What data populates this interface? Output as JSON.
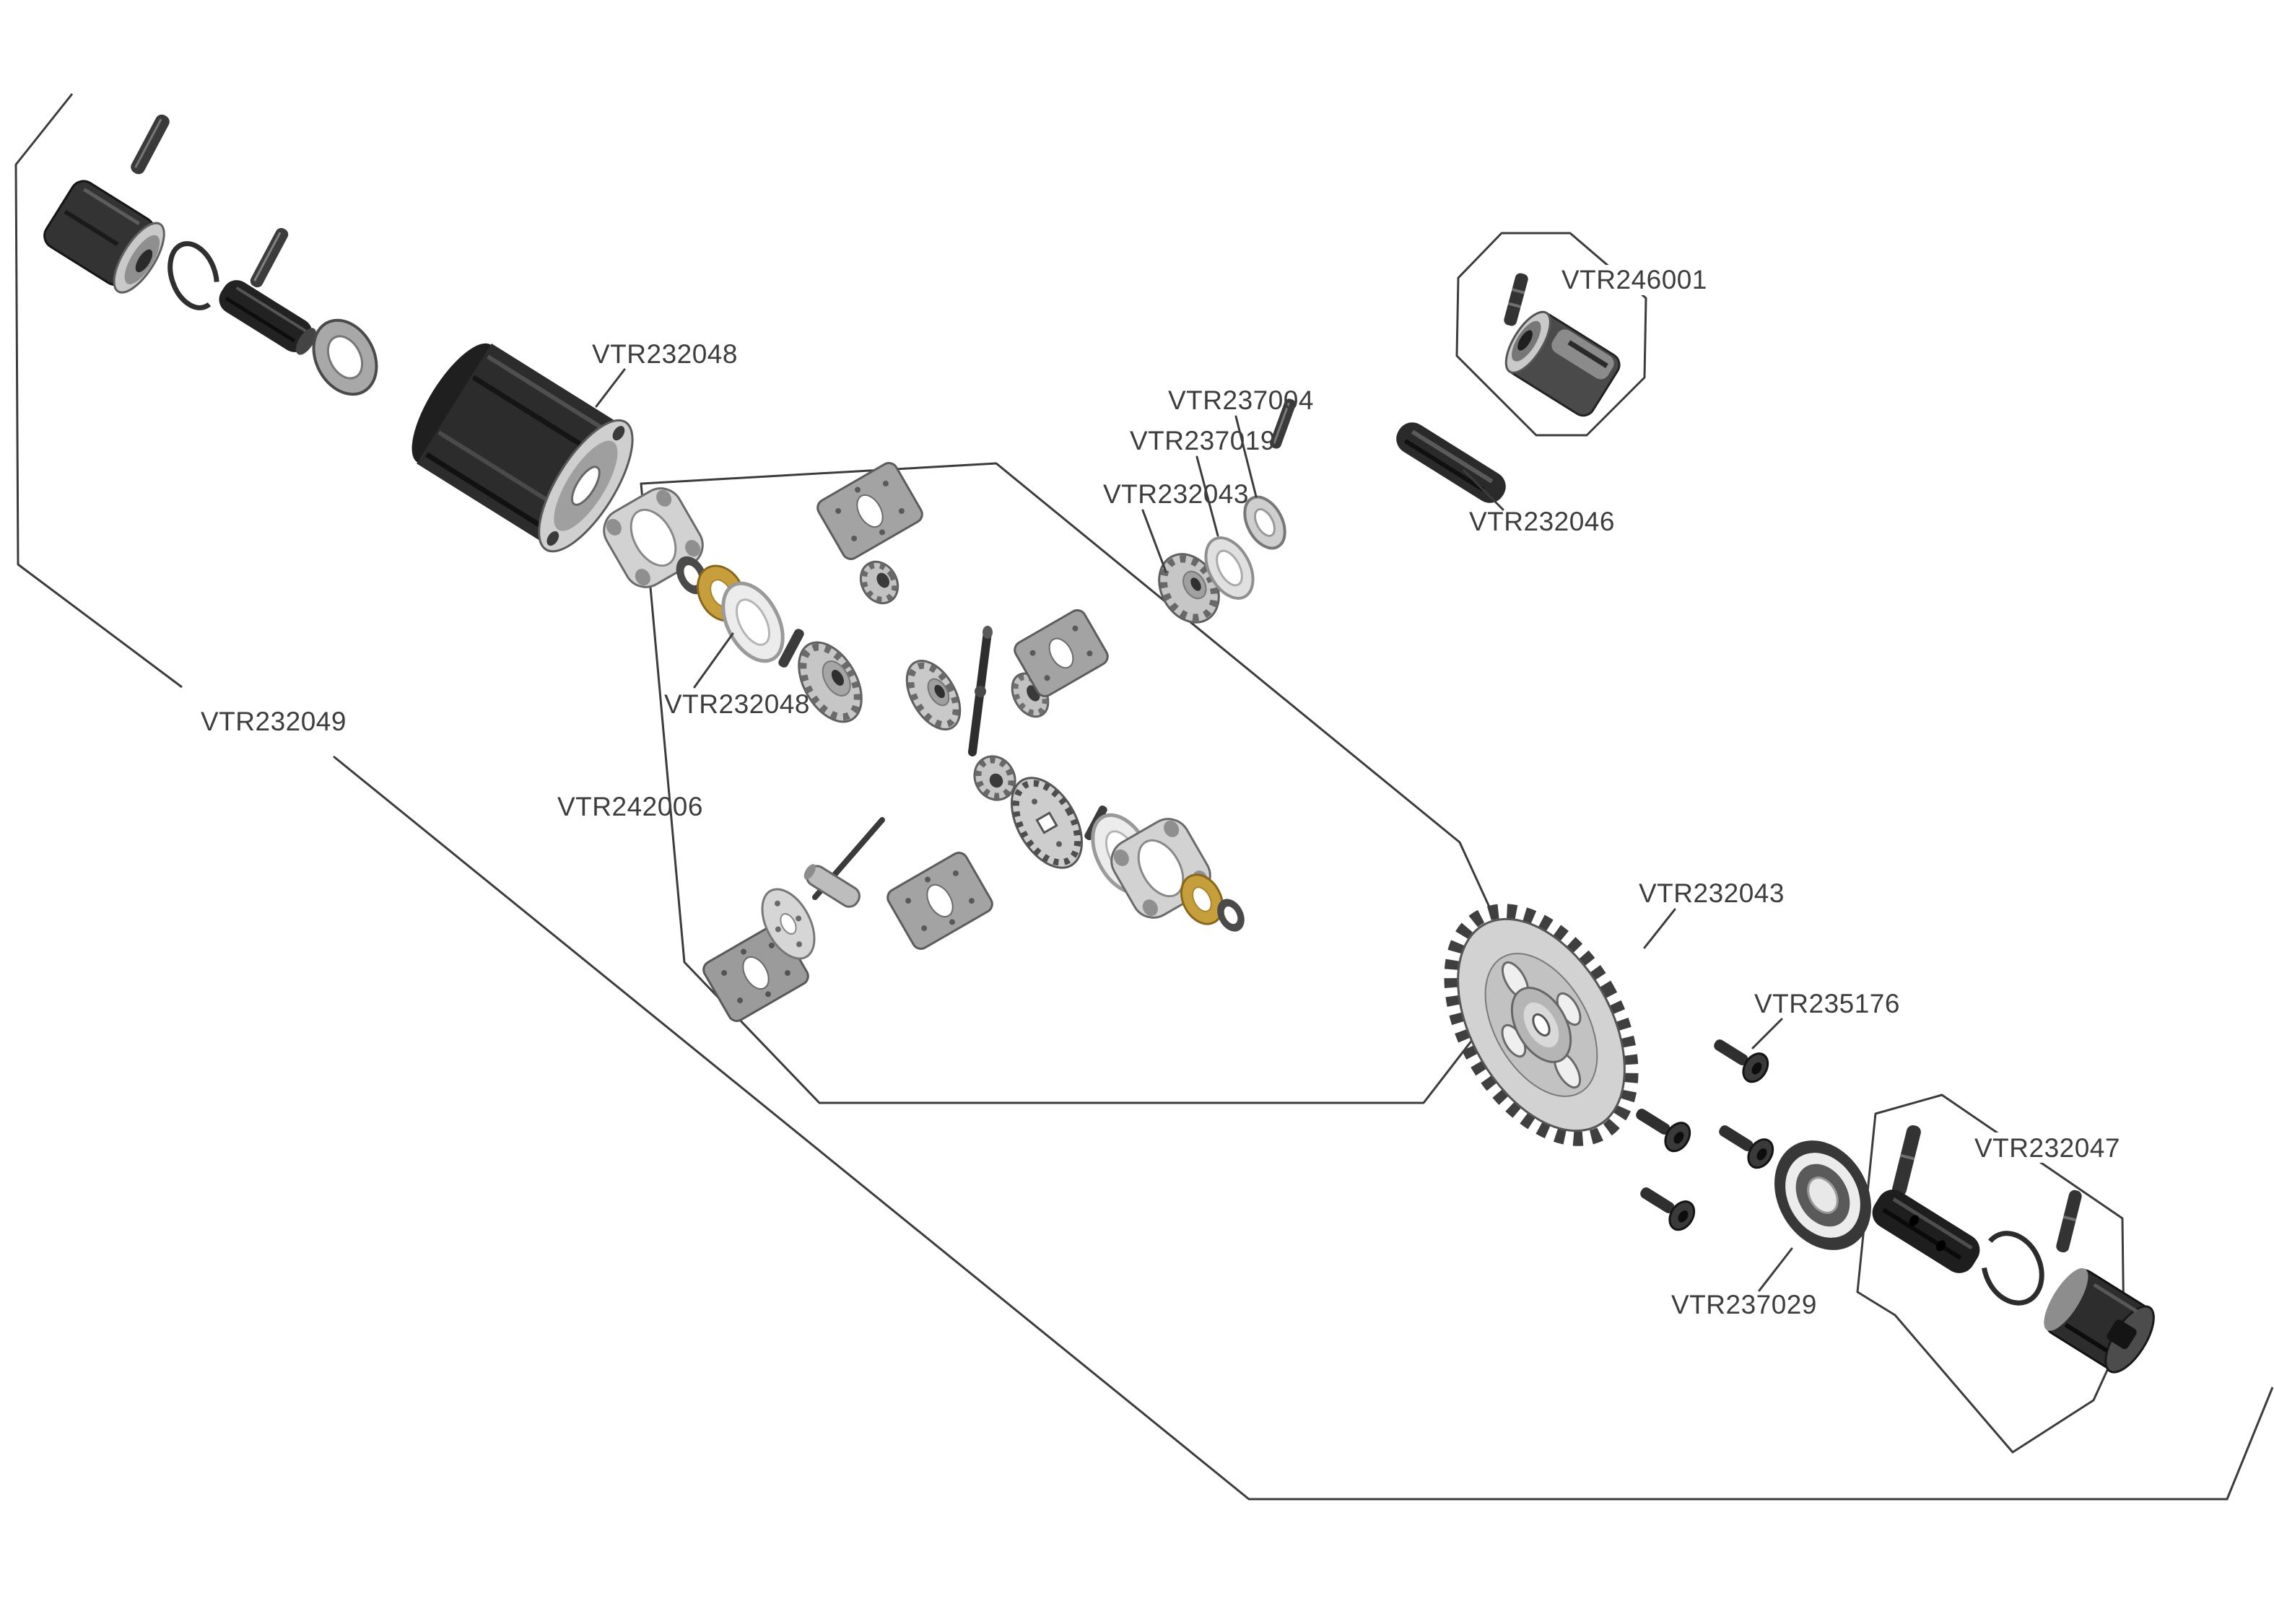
{
  "diagram": {
    "type": "exploded-parts-diagram",
    "colors": {
      "background": "#ffffff",
      "outline": "#3c3c3c",
      "label_text": "#3d3d3d",
      "shim_gold": "#c79e3c",
      "part_dark": "#2e2e2e",
      "part_mid": "#9a9a9a",
      "part_light": "#d6d6d6"
    },
    "labels": [
      {
        "id": "vtr232048-top",
        "text": "VTR232048"
      },
      {
        "id": "vtr246001",
        "text": "VTR246001"
      },
      {
        "id": "vtr237004",
        "text": "VTR237004"
      },
      {
        "id": "vtr237019",
        "text": "VTR237019"
      },
      {
        "id": "vtr232043-bevel",
        "text": "VTR232043"
      },
      {
        "id": "vtr232046",
        "text": "VTR232046"
      },
      {
        "id": "vtr232049",
        "text": "VTR232049"
      },
      {
        "id": "vtr232048-center",
        "text": "VTR232048"
      },
      {
        "id": "vtr242006",
        "text": "VTR242006"
      },
      {
        "id": "vtr232043-gear",
        "text": "VTR232043"
      },
      {
        "id": "vtr235176",
        "text": "VTR235176"
      },
      {
        "id": "vtr232047",
        "text": "VTR232047"
      },
      {
        "id": "vtr237029",
        "text": "VTR237029"
      }
    ]
  }
}
